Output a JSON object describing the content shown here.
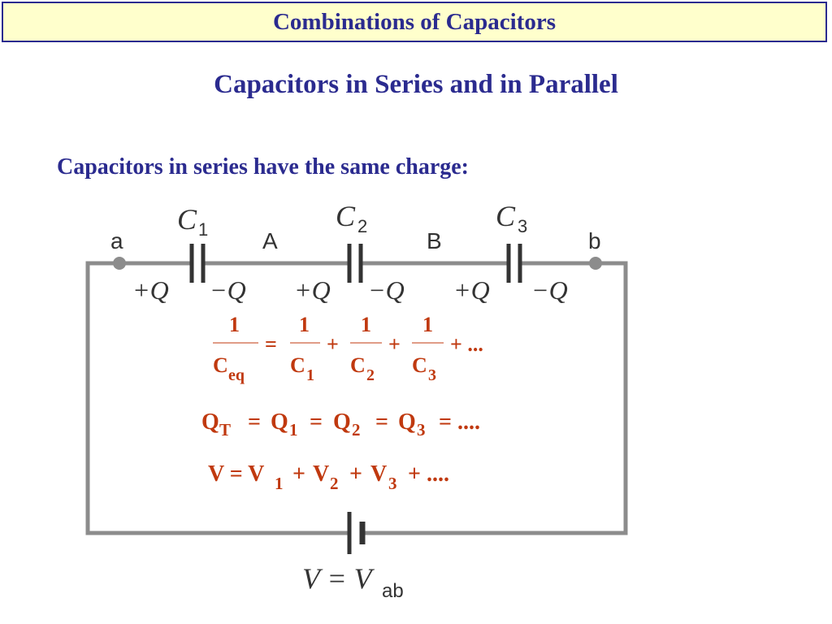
{
  "header": {
    "title": "Combinations of Capacitors"
  },
  "slide": {
    "subtitle": "Capacitors in Series and in Parallel",
    "statement": "Capacitors in series have the same charge:"
  },
  "circuit": {
    "node_a": "a",
    "node_b": "b",
    "node_A": "A",
    "node_B": "B",
    "capacitors": [
      {
        "symbol": "C",
        "sub": "1"
      },
      {
        "symbol": "C",
        "sub": "2"
      },
      {
        "symbol": "C",
        "sub": "3"
      }
    ],
    "charge_plus": "+Q",
    "charge_minus": "−Q",
    "source_lhs": "V = V",
    "source_sub": "ab"
  },
  "equations": {
    "eq1": {
      "num": "1",
      "lhs_den": "C",
      "lhs_den_sub": "eq",
      "equals": "=",
      "terms": [
        {
          "den": "C",
          "sub": "1"
        },
        {
          "den": "C",
          "sub": "2"
        },
        {
          "den": "C",
          "sub": "3"
        }
      ],
      "plus": "+",
      "tail": "+ ..."
    },
    "eq2": {
      "q": "Q",
      "subs": [
        "T",
        "1",
        "2",
        "3"
      ],
      "equals": "=",
      "tail": "= ...."
    },
    "eq3": {
      "lhs": "V = V",
      "v": "V",
      "subs": [
        "1",
        "2",
        "3"
      ],
      "plus": "+",
      "tail": "+ ...."
    }
  },
  "colors": {
    "title_text": "#2b2b8f",
    "title_bg": "#ffffcc",
    "equation": "#c0390f",
    "wire": "#8c8c8c"
  }
}
